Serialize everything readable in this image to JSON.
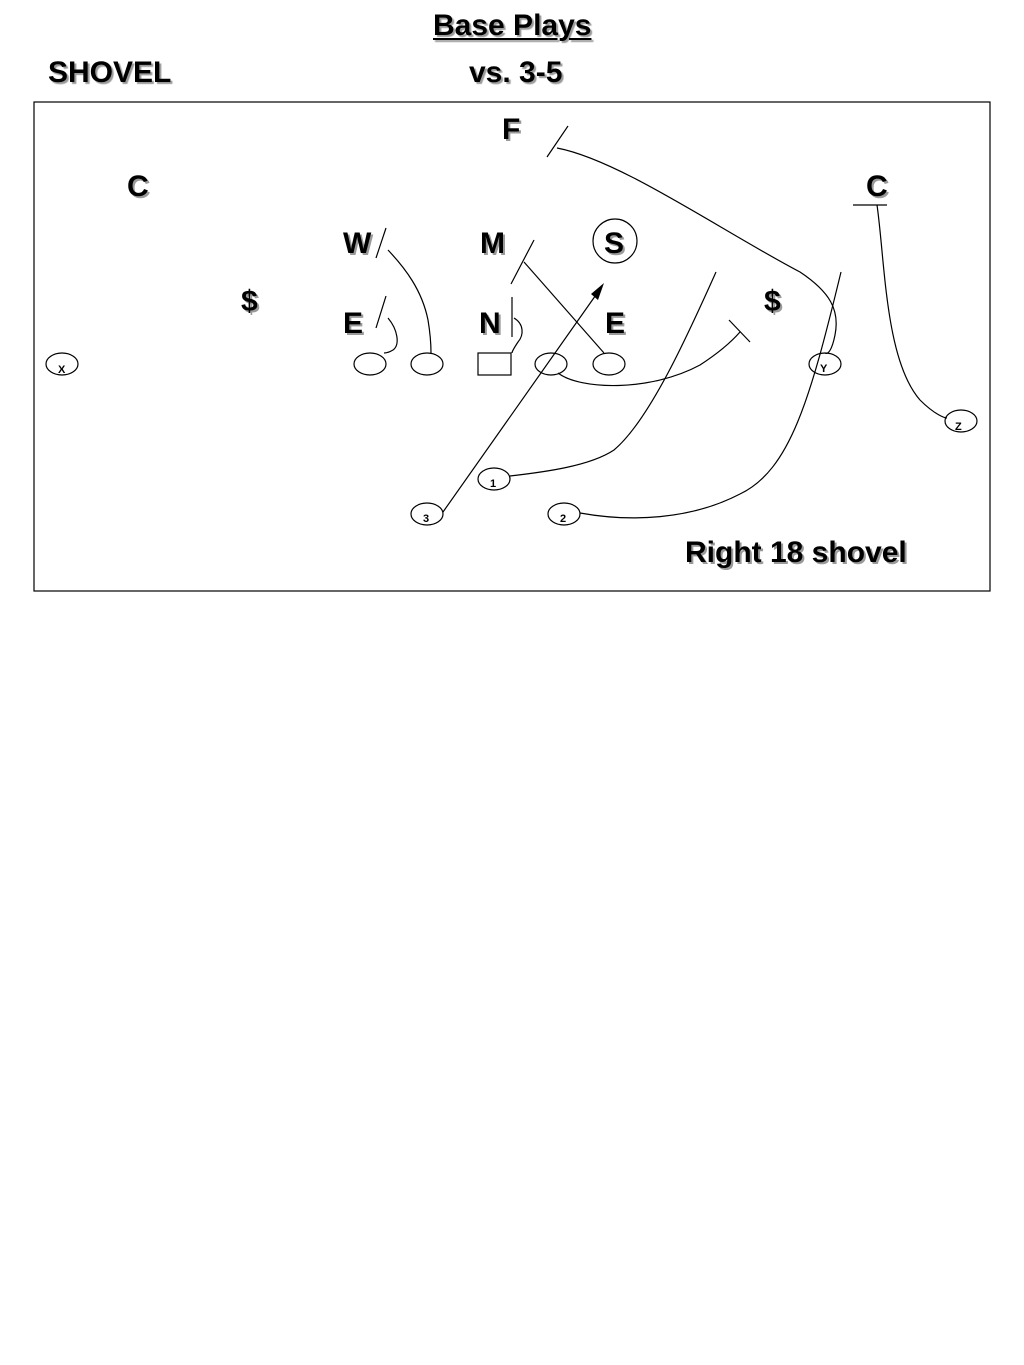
{
  "header": {
    "title": "Base Plays",
    "play_name": "SHOVEL",
    "opponent": "vs. 3-5"
  },
  "defense": {
    "free_safety": "F",
    "corner_left": "C",
    "corner_right": "C",
    "will_backer": "W",
    "mike_backer": "M",
    "sam_backer": "S",
    "money_left": "$",
    "money_right": "$",
    "end_left": "E",
    "nose": "N",
    "end_right": "E"
  },
  "offense": {
    "receiver_x": "X",
    "receiver_y": "Y",
    "receiver_z": "Z",
    "back_1": "1",
    "back_2": "2",
    "back_3": "3"
  },
  "play_call": "Right 18 shovel"
}
